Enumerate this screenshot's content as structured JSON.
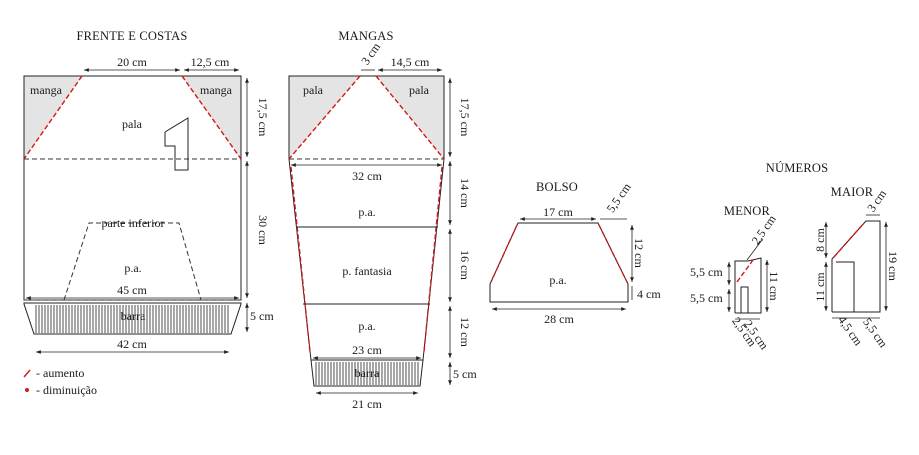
{
  "front_back": {
    "title": "FRENTE E COSTAS",
    "sleeve_left": "manga",
    "sleeve_right": "manga",
    "yoke": "pala",
    "lower": "parte inferior",
    "stitch": "p.a.",
    "band": "barra",
    "dims": {
      "top_center": "20 cm",
      "top_right": "12,5 cm",
      "yoke_height": "17,5 cm",
      "body_height": "30 cm",
      "band_height": "5 cm",
      "hem_width": "45 cm",
      "band_width": "42 cm"
    }
  },
  "sleeves": {
    "title": "MANGAS",
    "yoke_left": "pala",
    "yoke_right": "pala",
    "sec1": "p.a.",
    "sec2": "p. fantasia",
    "sec3": "p.a.",
    "band": "barra",
    "dims": {
      "top_small": "3 cm",
      "top_right": "14,5 cm",
      "yoke_height": "17,5 cm",
      "upper_width": "32 cm",
      "sec1_height": "14 cm",
      "sec2_height": "16 cm",
      "sec3_height": "12 cm",
      "lower_width": "23 cm",
      "band_height": "5 cm",
      "band_width": "21 cm"
    }
  },
  "pocket": {
    "title": "BOLSO",
    "stitch": "p.a.",
    "dims": {
      "top": "17 cm",
      "slant": "5,5 cm",
      "side_upper": "12 cm",
      "side_lower": "4 cm",
      "bottom": "28 cm"
    }
  },
  "numbers": {
    "title": "NÚMEROS",
    "small": {
      "title": "MENOR",
      "diag": "2,5 cm",
      "h_upper": "5,5 cm",
      "h_lower": "5,5 cm",
      "right_h": "11 cm",
      "w_left": "2,5 cm",
      "w_right": "2,5 cm"
    },
    "large": {
      "title": "MAIOR",
      "top": "3 cm",
      "h_upper": "8 cm",
      "h_lower": "11 cm",
      "right_h": "19 cm",
      "w_left": "4,5 cm",
      "w_right": "5,5 cm"
    }
  },
  "legend": {
    "increase": "- aumento",
    "decrease": "- diminuição",
    "increase_color": "#d21818",
    "decrease_color": "#d21818"
  }
}
